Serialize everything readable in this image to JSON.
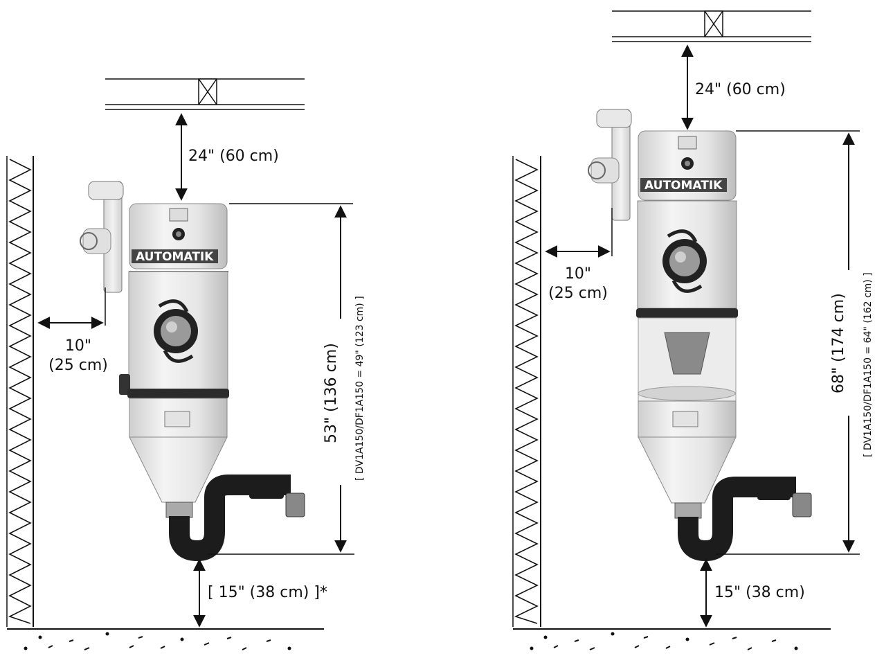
{
  "left": {
    "ceiling_clearance": "24\" (60 cm)",
    "wall_clearance_line1": "10\"",
    "wall_clearance_line2": "(25 cm)",
    "height_main": "53\" (136 cm)",
    "height_alt": "[ DV1A150/DF1A150 = 49\" (123 cm) ]",
    "floor_clearance": "[ 15\" (38 cm) ]*"
  },
  "right": {
    "ceiling_clearance": "24\" (60 cm)",
    "wall_clearance_line1": "10\"",
    "wall_clearance_line2": "(25 cm)",
    "height_main": "68\" (174 cm)",
    "height_alt": "[ DV1A150/DF1A150 = 64\" (162 cm) ]",
    "floor_clearance": "15\" (38 cm)"
  },
  "brand": "AUTOMATIK"
}
